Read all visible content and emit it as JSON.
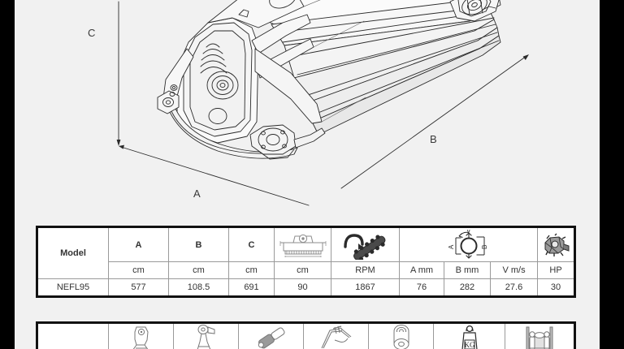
{
  "drawing": {
    "name": "flail-mower-isometric-drawing",
    "dimension_labels": {
      "height": "C",
      "width": "A",
      "length": "B"
    }
  },
  "main_table": {
    "name": "specification-table",
    "header_icons": [
      {
        "key": "model",
        "label": "Model",
        "icon": "text-header"
      },
      {
        "key": "a",
        "label": "A",
        "icon": "text-header"
      },
      {
        "key": "b",
        "label": "B",
        "icon": "text-header"
      },
      {
        "key": "c",
        "label": "C",
        "icon": "text-header"
      },
      {
        "key": "cut_width",
        "label": "",
        "icon": "mower-deck-icon"
      },
      {
        "key": "rpm",
        "label": "",
        "icon": "rotor-flail-icon"
      },
      {
        "key": "branch",
        "label": "",
        "icon": "branch-cross-section-icon"
      },
      {
        "key": "hp",
        "label": "",
        "icon": "engine-motor-icon"
      }
    ],
    "units_row": [
      "",
      "cm",
      "cm",
      "cm",
      "cm",
      "RPM",
      "A mm",
      "B mm",
      "V m/s",
      "HP"
    ],
    "value_row": [
      "NEFL95",
      "577",
      "108.5",
      "691",
      "90",
      "1867",
      "76",
      "282",
      "27.6",
      "30"
    ],
    "branch_icon_labels": {
      "a": "A",
      "b": "B",
      "v": "V"
    }
  },
  "options_table": {
    "name": "options-accessories-table",
    "items": [
      {
        "key": "model_name",
        "icon": "text-cell",
        "label": ""
      },
      {
        "key": "opt1",
        "icon": "hydraulic-arm-icon",
        "label": ""
      },
      {
        "key": "opt2",
        "icon": "pivot-joint-icon",
        "label": ""
      },
      {
        "key": "opt3",
        "icon": "hydraulic-cylinder-icon",
        "label": ""
      },
      {
        "key": "opt4",
        "icon": "frame-bracket-icon",
        "label": ""
      },
      {
        "key": "opt5",
        "icon": "roller-drum-icon",
        "label": ""
      },
      {
        "key": "opt6",
        "icon": "weight-kg-icon",
        "label": "KG"
      },
      {
        "key": "opt7",
        "icon": "pump-assembly-icon",
        "label": ""
      }
    ]
  },
  "colors": {
    "page_background": "#f1f1f1",
    "band": "#000000",
    "table_border": "#111111",
    "cell_border": "#9a9a9a",
    "text": "#333333",
    "line": "#2b2b2b"
  }
}
